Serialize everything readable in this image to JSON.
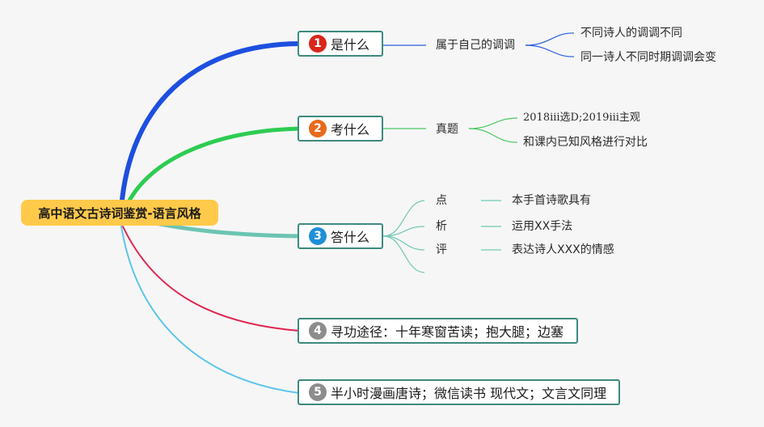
{
  "central": {
    "title": "高中语文古诗词鉴赏-语言风格"
  },
  "branches": [
    {
      "num": "1",
      "label": "是什么",
      "color": "#1d4fe0",
      "badge": "#d9261b",
      "sub": "属于自己的调调",
      "leaves": [
        "不同诗人的调调不同",
        "同一诗人不同时期调调会变"
      ]
    },
    {
      "num": "2",
      "label": "考什么",
      "color": "#2ecc52",
      "badge": "#e86a1a",
      "sub": "真题",
      "leaves": [
        "2018iii选D;2019iii主观",
        "和课内已知风格进行对比"
      ]
    },
    {
      "num": "3",
      "label": "答什么",
      "color": "#6cc4b2",
      "badge": "#1f8fd6",
      "items": [
        {
          "key": "点",
          "text": "本手首诗歌具有"
        },
        {
          "key": "析",
          "text": "运用XX手法"
        },
        {
          "key": "评",
          "text": "表达诗人XXX的情感"
        },
        {
          "key": "",
          "text": ""
        }
      ]
    },
    {
      "num": "4",
      "label": "寻功途径：十年寒窗苦读；抱大腿；边塞",
      "color": "#e0254f",
      "badge": "#8c8c8c"
    },
    {
      "num": "5",
      "label": "半小时漫画唐诗；微信读书 现代文；文言文同理",
      "color": "#5cc6ea",
      "badge": "#8c8c8c"
    }
  ]
}
